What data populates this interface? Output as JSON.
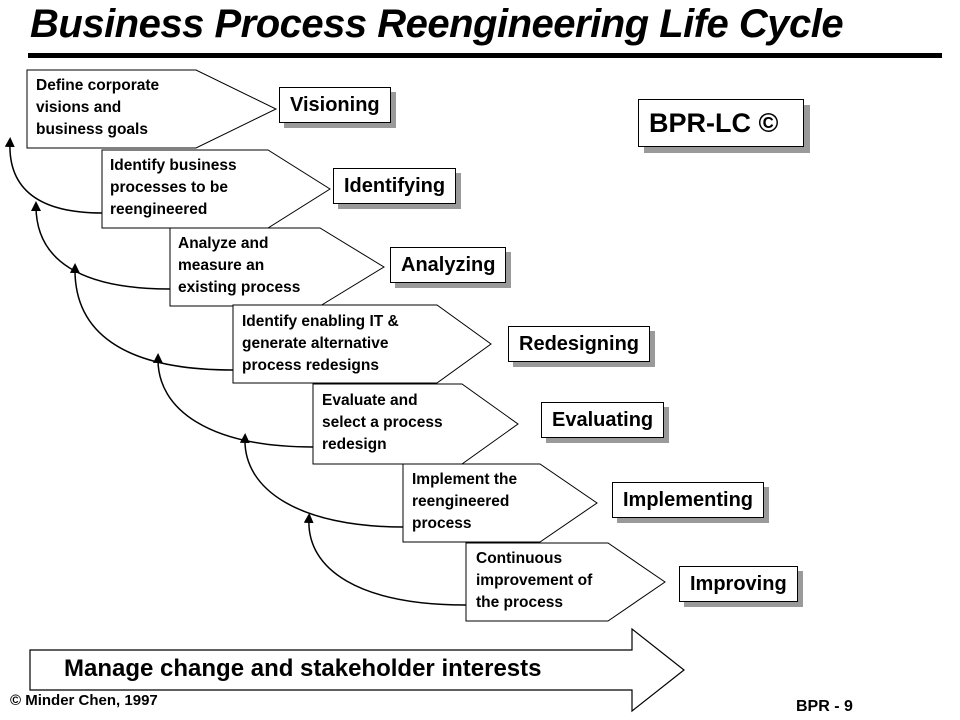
{
  "title": "Business Process Reengineering Life Cycle",
  "badge": "BPR-LC ©",
  "steps": [
    {
      "description": "Define corporate\nvisions and\nbusiness goals",
      "phase": "Visioning"
    },
    {
      "description": "Identify business\nprocesses to be\nreengineered",
      "phase": "Identifying"
    },
    {
      "description": "Analyze and\nmeasure an\nexisting process",
      "phase": "Analyzing"
    },
    {
      "description": "Identify enabling IT &\ngenerate alternative\nprocess redesigns",
      "phase": "Redesigning"
    },
    {
      "description": "Evaluate and\nselect a process\nredesign",
      "phase": "Evaluating"
    },
    {
      "description": "Implement the\nreengineered\nprocess",
      "phase": "Implementing"
    },
    {
      "description": "Continuous\nimprovement of\nthe process",
      "phase": "Improving"
    }
  ],
  "banner": "Manage change and stakeholder interests",
  "footer": {
    "copyright": "© Minder Chen, 1997",
    "page": "BPR - 9"
  }
}
